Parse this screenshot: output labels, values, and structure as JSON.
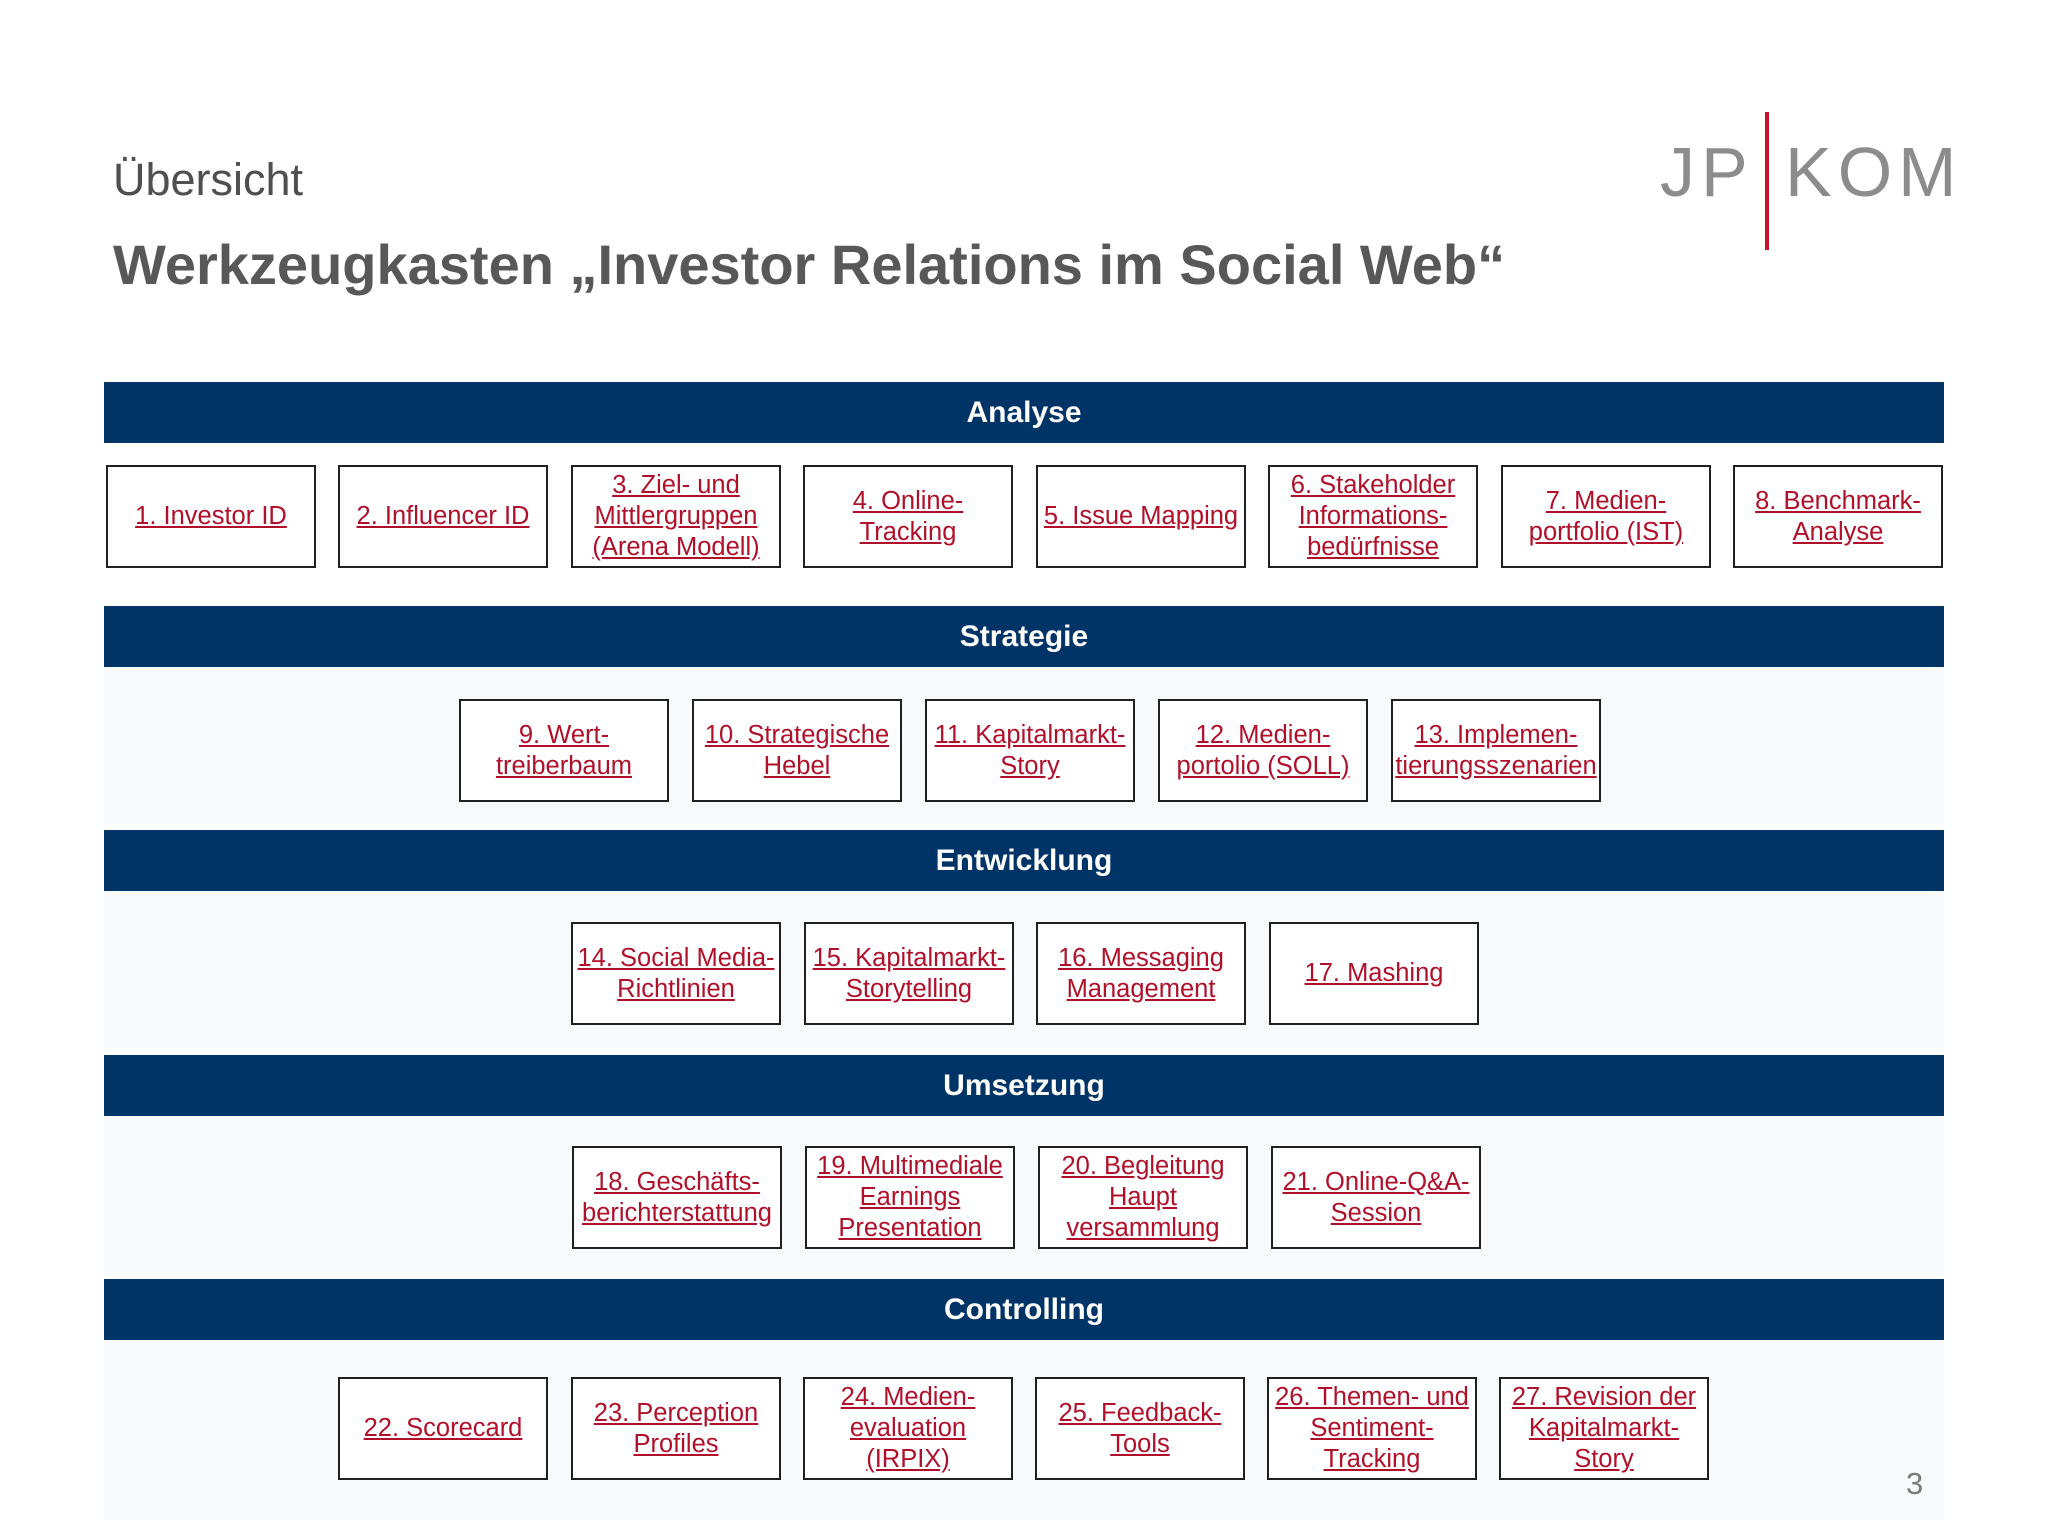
{
  "header": {
    "kicker": "Übersicht",
    "title": "Werkzeugkasten „Investor Relations im Social Web“",
    "logo_text": "JP|KOM"
  },
  "colors": {
    "band": "#003366",
    "link": "#b0102a",
    "logo_bar": "#c8102e"
  },
  "phases": [
    {
      "label": "Analyse",
      "tools": [
        "1. Investor ID",
        "2. Influencer ID",
        "3. Ziel- und\nMittlergruppen\n(Arena Modell)",
        "4. Online-Tracking",
        "5. Issue Mapping",
        "6. Stakeholder\nInformations-\nbedürfnisse",
        "7. Medien-\nportfolio (IST)",
        "8. Benchmark-\nAnalyse"
      ]
    },
    {
      "label": "Strategie",
      "tools": [
        "9. Wert-\ntreiberbaum",
        "10. Strategische\nHebel",
        "11. Kapitalmarkt-\nStory",
        "12. Medien-\nportolio (SOLL)",
        "13. Implemen-\ntierungsszenarien"
      ]
    },
    {
      "label": "Entwicklung",
      "tools": [
        "14. Social Media-\nRichtlinien",
        "15. Kapitalmarkt-\nStorytelling",
        "16. Messaging\nManagement",
        "17. Mashing"
      ]
    },
    {
      "label": "Umsetzung",
      "tools": [
        "18. Geschäfts-\nberichterstattung",
        "19. Multimediale\nEarnings\nPresentation",
        "20. Begleitung\nHaupt\nversammlung",
        "21. Online-Q&A-\nSession"
      ]
    },
    {
      "label": "Controlling",
      "tools": [
        "22. Scorecard",
        "23. Perception\nProfiles",
        "24. Medien-\nevaluation (IRPIX)",
        "25. Feedback-\nTools",
        "26. Themen- und\nSentiment-\nTracking",
        "27. Revision der\nKapitalmarkt-\nStory"
      ]
    }
  ],
  "page_number": "3"
}
